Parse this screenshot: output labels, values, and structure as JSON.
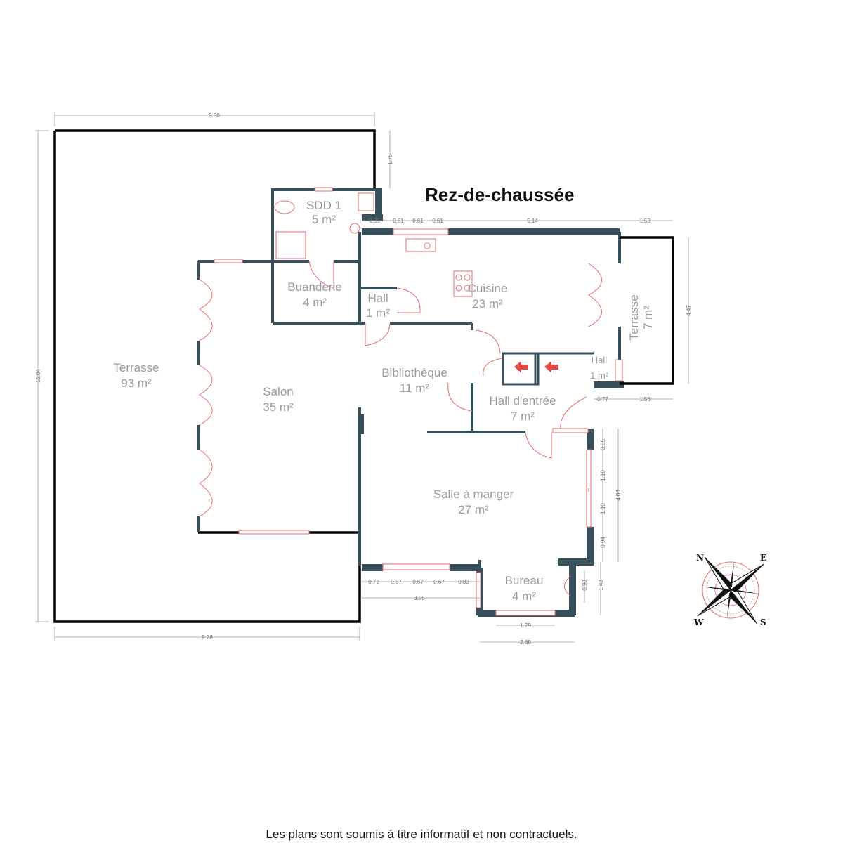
{
  "title": "Rez-de-chaussée",
  "footer": "Les plans sont soumis à titre informatif et non contractuels.",
  "rooms": {
    "terrasse_big": {
      "name": "Terrasse",
      "area": "93 m²"
    },
    "salon": {
      "name": "Salon",
      "area": "35 m²"
    },
    "sdd": {
      "name": "SDD 1",
      "area": "5 m²"
    },
    "buanderie": {
      "name": "Buanderie",
      "area": "4 m²"
    },
    "hall1": {
      "name": "Hall",
      "area": "1 m²"
    },
    "cuisine": {
      "name": "Cuisine",
      "area": "23 m²"
    },
    "terrasse_small": {
      "name": "Terrasse",
      "area": "7 m²"
    },
    "bibliotheque": {
      "name": "Bibliothèque",
      "area": "11 m²"
    },
    "hall2": {
      "name": "Hall",
      "area": "1 m²"
    },
    "hall_entree": {
      "name": "Hall d'entrée",
      "area": "7 m²"
    },
    "salle_manger": {
      "name": "Salle à manger",
      "area": "27 m²"
    },
    "bureau": {
      "name": "Bureau",
      "area": "4 m²"
    }
  },
  "dimensions": {
    "top_width": "9.80",
    "top_step": "1.75",
    "left_height": "15.04",
    "bottom_width": "9.28",
    "kitchen_a": "0.85",
    "kitchen_b": "0.61",
    "kitchen_c": "0.61",
    "kitchen_d": "0.61",
    "kitchen_width": "5.14",
    "terrace_top": "1.58",
    "terrace_height": "4.47",
    "terrace_bottom_a": "0.77",
    "terrace_bottom_b": "1.56",
    "east_a": "0.85",
    "east_b": "1.10",
    "east_c": "1.10",
    "east_d": "0.94",
    "east_total": "4.06",
    "south_a": "0.72",
    "south_b": "0.67",
    "south_c": "0.67",
    "south_d": "0.67",
    "south_e": "0.83",
    "south_total": "3.55",
    "bureau_side": "0.90",
    "bureau_side_total": "1.48",
    "bureau_win": "1.79",
    "bureau_width": "2.68"
  },
  "compass": {
    "n": "N",
    "e": "E",
    "s": "S",
    "w": "W"
  }
}
